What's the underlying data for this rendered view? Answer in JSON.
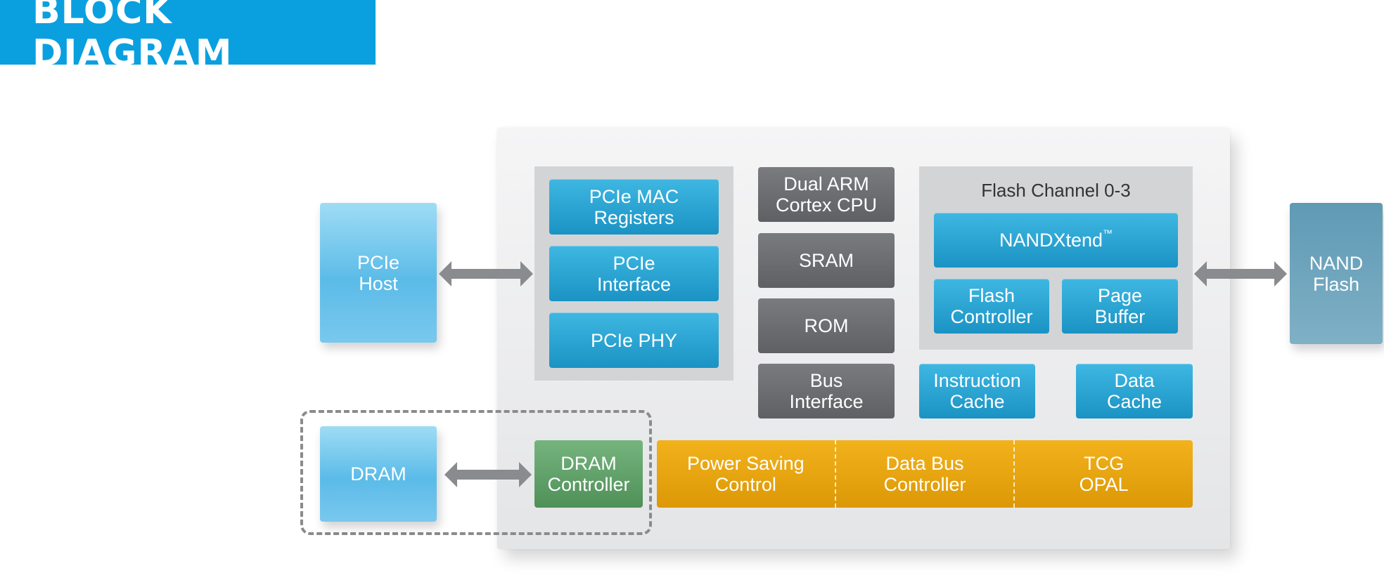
{
  "title": "BLOCK DIAGRAM",
  "host": {
    "pcie_host": "PCIe\nHost",
    "dram": "DRAM",
    "nand_flash": "NAND\nFlash"
  },
  "pcie_group": {
    "mac_registers": "PCIe MAC\nRegisters",
    "interface": "PCIe\nInterface",
    "phy": "PCIe PHY"
  },
  "cpu_column": {
    "cpu": "Dual ARM\nCortex CPU",
    "sram": "SRAM",
    "rom": "ROM",
    "bus_interface": "Bus\nInterface"
  },
  "flash_group": {
    "title": "Flash Channel 0-3",
    "nandxtend": "NANDXtend",
    "nandxtend_tm": "™",
    "flash_controller": "Flash\nController",
    "page_buffer": "Page\nBuffer"
  },
  "caches": {
    "instruction": "Instruction\nCache",
    "data": "Data\nCache"
  },
  "dram_controller": "DRAM\nController",
  "bottom_bar": {
    "power_saving": "Power Saving\nControl",
    "data_bus": "Data Bus\nController",
    "tcg": "TCG\nOPAL"
  },
  "colors": {
    "title_bg": "#0aa0df",
    "block_blue": "#1a93c4",
    "block_gray": "#5f6063",
    "block_green": "#4f9058",
    "block_orange": "#dc9806",
    "nand": "#5f9ab4",
    "arrow": "#8a8b8e"
  }
}
